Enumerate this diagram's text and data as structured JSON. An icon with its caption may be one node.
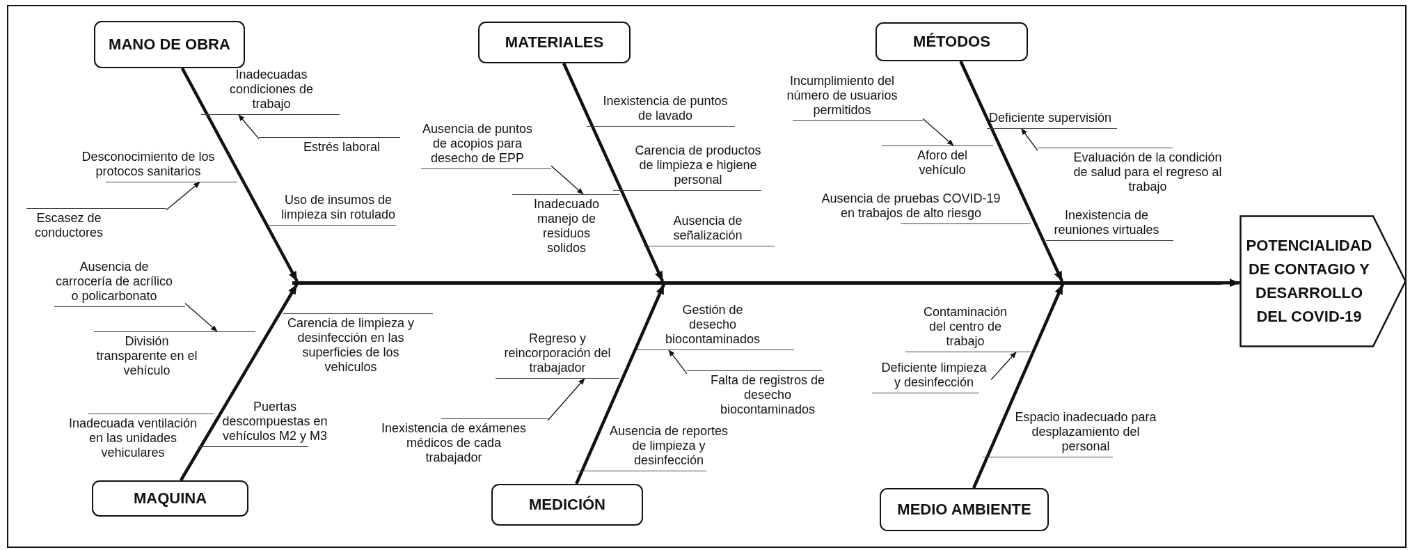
{
  "diagram": {
    "nodes": [
      {
        "text": [
          "MANO DE OBRA"
        ]
      },
      {
        "text": [
          "MATERIALES"
        ]
      },
      {
        "text": [
          "MÉTODOS"
        ]
      },
      {
        "text": [
          "Inadecuadas condiciones de trabajo"
        ]
      },
      {
        "text": [
          "Estrés laboral"
        ]
      },
      {
        "text": [
          "Desconocimiento de los protocos sanitarios"
        ]
      },
      {
        "text": [
          "Escasez de conductores"
        ]
      },
      {
        "text": [
          "Uso de insumos de limpieza sin rotulado"
        ]
      },
      {
        "text": [
          "Ausencia de puntos de acopios para desecho de EPP"
        ]
      },
      {
        "text": [
          "Inexistencia de puntos de lavado"
        ]
      },
      {
        "text": [
          "Carencia de productos de limpieza e higiene personal"
        ]
      },
      {
        "text": [
          "Inadecuado manejo de residuos solidos"
        ]
      },
      {
        "text": [
          "Ausencia de señalización"
        ]
      },
      {
        "text": [
          "Incumplimiento del número de usuarios permitidos"
        ]
      },
      {
        "text": [
          "Deficiente supervisión"
        ]
      },
      {
        "text": [
          "Aforo del vehículo"
        ]
      },
      {
        "text": [
          "Evaluación de la condición de salud para el regreso al trabajo"
        ]
      },
      {
        "text": [
          "Ausencia de pruebas COVID-19 en trabajos de alto riesgo"
        ]
      },
      {
        "text": [
          "Inexistencia de reuniones virtuales"
        ]
      },
      {
        "text": [
          "POTENCIALIDAD DE CONTAGIO Y DESARROLLO DEL COVID-19"
        ]
      },
      {
        "text": [
          "Ausencia de carrocería de acrílico o policarbonato"
        ]
      },
      {
        "text": [
          "División transparente en el vehículo"
        ]
      },
      {
        "text": [
          "Carencia de limpieza y desinfección en las superficies de los vehiculos"
        ]
      },
      {
        "text": [
          "Gestión de desecho biocontaminados"
        ]
      },
      {
        "text": [
          "Regreso y reincorporación del trabajador"
        ]
      },
      {
        "text": [
          "Falta de registros de desecho biocontaminados"
        ]
      },
      {
        "text": [
          "Contaminación del centro de trabajo"
        ]
      },
      {
        "text": [
          "Deficiente limpieza y desinfección"
        ]
      },
      {
        "text": [
          "Inadecuada ventilación en las unidades vehiculares"
        ]
      },
      {
        "text": [
          "Puertas descompuestas en vehículos M2 y M3"
        ]
      },
      {
        "text": [
          "Inexistencia de exámenes médicos de cada trabajador"
        ]
      },
      {
        "text": [
          "Ausencia de reportes de limpieza y desinfección"
        ]
      },
      {
        "text": [
          "Espacio inadecuado para desplazamiento del personal"
        ]
      },
      {
        "text": [
          "MAQUINA"
        ]
      },
      {
        "text": [
          "MEDICIÓN"
        ]
      },
      {
        "text": [
          "MEDIO AMBIENTE"
        ]
      },
      {
        "text": [],
        "shape": "bar"
      }
    ],
    "edges": [
      {
        "from": 0,
        "to": 36,
        "arrow": "to",
        "style": "thick"
      },
      {
        "from": 1,
        "to": 36,
        "arrow": "to",
        "style": "thick"
      },
      {
        "from": 2,
        "to": 36,
        "arrow": "to",
        "style": "thick"
      },
      {
        "from": 33,
        "to": 36,
        "arrow": "to",
        "style": "thick"
      },
      {
        "from": 34,
        "to": 36,
        "arrow": "to",
        "style": "thick"
      },
      {
        "from": 35,
        "to": 36,
        "arrow": "to",
        "style": "thick"
      },
      {
        "from": 36,
        "to": 19,
        "arrow": "to",
        "style": "thick"
      },
      {
        "from": 4,
        "to": 3,
        "arrow": "to"
      },
      {
        "from": 6,
        "to": 5,
        "arrow": "to"
      },
      {
        "from": 8,
        "to": 11,
        "arrow": "to"
      },
      {
        "from": 13,
        "to": 15,
        "arrow": "to"
      },
      {
        "from": 16,
        "to": 14,
        "arrow": "to"
      },
      {
        "from": 20,
        "to": 21,
        "arrow": "to"
      },
      {
        "from": 25,
        "to": 23,
        "arrow": "to"
      },
      {
        "from": 30,
        "to": 24,
        "arrow": "to"
      },
      {
        "from": 27,
        "to": 26,
        "arrow": "to"
      }
    ]
  }
}
